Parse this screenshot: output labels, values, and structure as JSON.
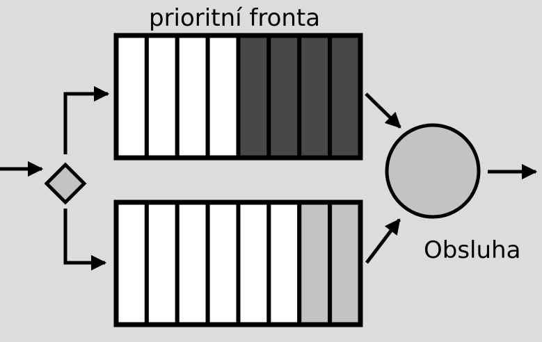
{
  "labels": {
    "priority_queue": "prioritní fronta",
    "server": "Obsluha"
  },
  "colors": {
    "background": "#dcdcdc",
    "outline": "#000000",
    "empty_slot": "#ffffff",
    "priority_item": "#484848",
    "normal_item": "#c3c3c3",
    "router": "#c3c3c3",
    "server": "#c3c3c3"
  },
  "queues": [
    {
      "name": "priority-queue",
      "slots": 8,
      "occupied": 4,
      "fill_key": "priority_item"
    },
    {
      "name": "normal-queue",
      "slots": 8,
      "occupied": 2,
      "fill_key": "normal_item"
    }
  ]
}
